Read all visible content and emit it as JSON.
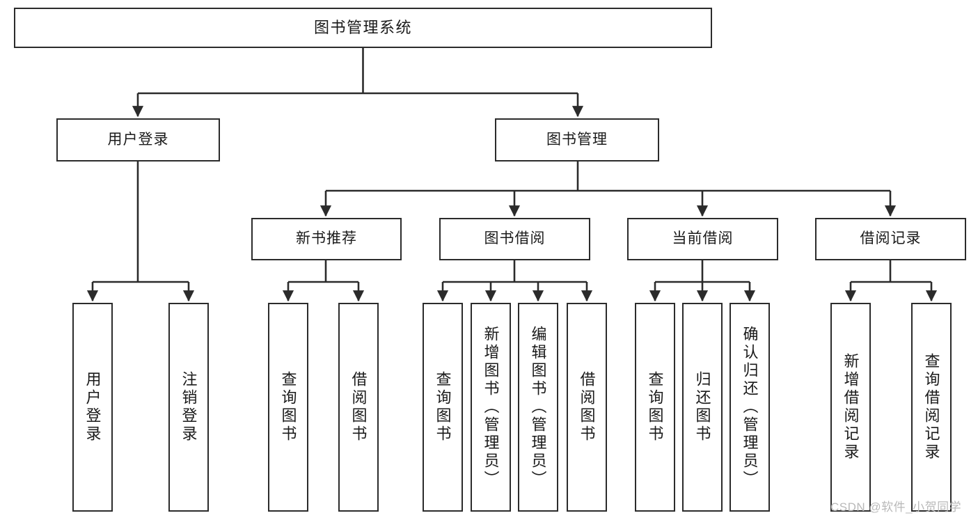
{
  "diagram": {
    "title": "图书管理系统",
    "type": "tree-hierarchy",
    "watermark": "CSDN @软件_小贺同学",
    "colors": {
      "stroke": "#2b2b2b",
      "fill": "#ffffff",
      "text": "#1a1a1a",
      "watermark": "#b9b9b9",
      "background": "#ffffff"
    },
    "nodes": {
      "root": {
        "label": "图书管理系统"
      },
      "level2": [
        {
          "id": "user-login",
          "label": "用户登录"
        },
        {
          "id": "book-manage",
          "label": "图书管理"
        }
      ],
      "level3": [
        {
          "id": "new-book-recommend",
          "label": "新书推荐"
        },
        {
          "id": "book-borrow",
          "label": "图书借阅"
        },
        {
          "id": "current-borrow",
          "label": "当前借阅"
        },
        {
          "id": "borrow-record",
          "label": "借阅记录"
        }
      ],
      "leaves": {
        "user-login": [
          {
            "id": "leaf-user-login",
            "label": "用户登录"
          },
          {
            "id": "leaf-logout",
            "label": "注销登录"
          }
        ],
        "new-book-recommend": [
          {
            "id": "leaf-query-book-1",
            "label": "查询图书"
          },
          {
            "id": "leaf-borrow-book-1",
            "label": "借阅图书"
          }
        ],
        "book-borrow": [
          {
            "id": "leaf-query-book-2",
            "label": "查询图书"
          },
          {
            "id": "leaf-add-book",
            "label": "新增图书（管理员）"
          },
          {
            "id": "leaf-edit-book",
            "label": "编辑图书（管理员）"
          },
          {
            "id": "leaf-borrow-book-2",
            "label": "借阅图书"
          }
        ],
        "current-borrow": [
          {
            "id": "leaf-query-book-3",
            "label": "查询图书"
          },
          {
            "id": "leaf-return-book",
            "label": "归还图书"
          },
          {
            "id": "leaf-confirm-return",
            "label": "确认归还（管理员）"
          }
        ],
        "borrow-record": [
          {
            "id": "leaf-add-record",
            "label": "新增借阅记录"
          },
          {
            "id": "leaf-query-record",
            "label": "查询借阅记录"
          }
        ]
      }
    }
  }
}
